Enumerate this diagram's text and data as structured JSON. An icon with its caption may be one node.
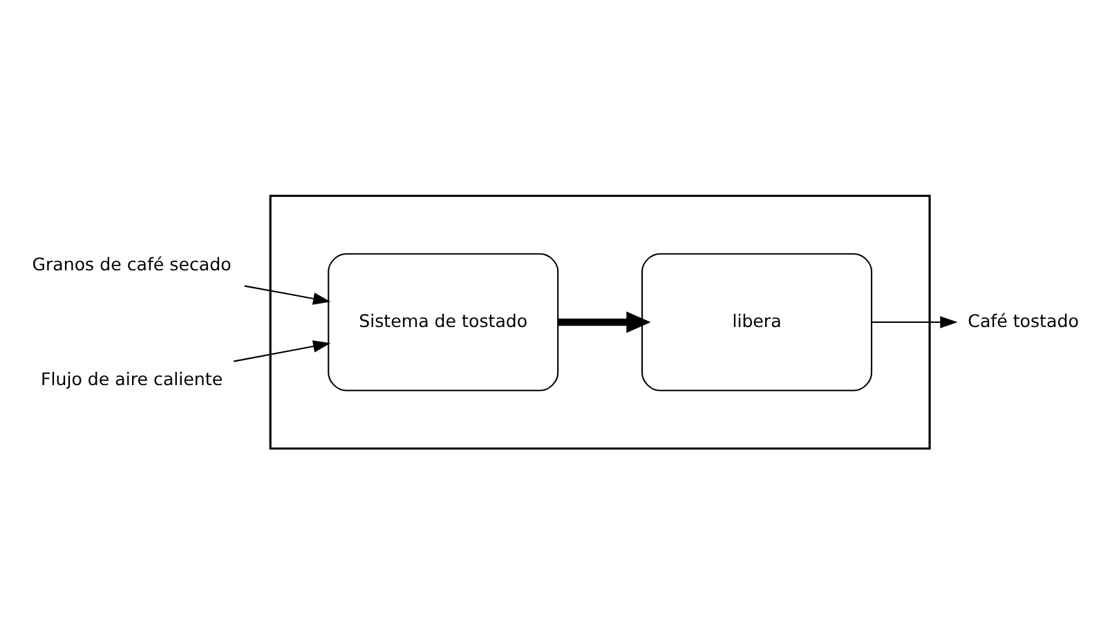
{
  "diagram": {
    "nodes": [
      {
        "text": [
          "Granos de café secado"
        ]
      },
      {
        "text": [],
        "shape": "box"
      },
      {
        "text": [
          "Sistema de tostado"
        ],
        "in": 1
      },
      {
        "text": [
          "libera"
        ],
        "in": 1
      },
      {
        "text": [
          "Flujo de aire caliente"
        ]
      },
      {
        "text": [
          "Café tostado"
        ]
      }
    ],
    "edges": [
      {
        "from": 0,
        "to": 2,
        "arrow": "to"
      },
      {
        "from": 4,
        "to": 2,
        "arrow": "to"
      },
      {
        "from": 2,
        "to": 3,
        "arrow": "to",
        "style": "thick"
      },
      {
        "from": 3,
        "to": 5,
        "arrow": "to"
      }
    ]
  }
}
